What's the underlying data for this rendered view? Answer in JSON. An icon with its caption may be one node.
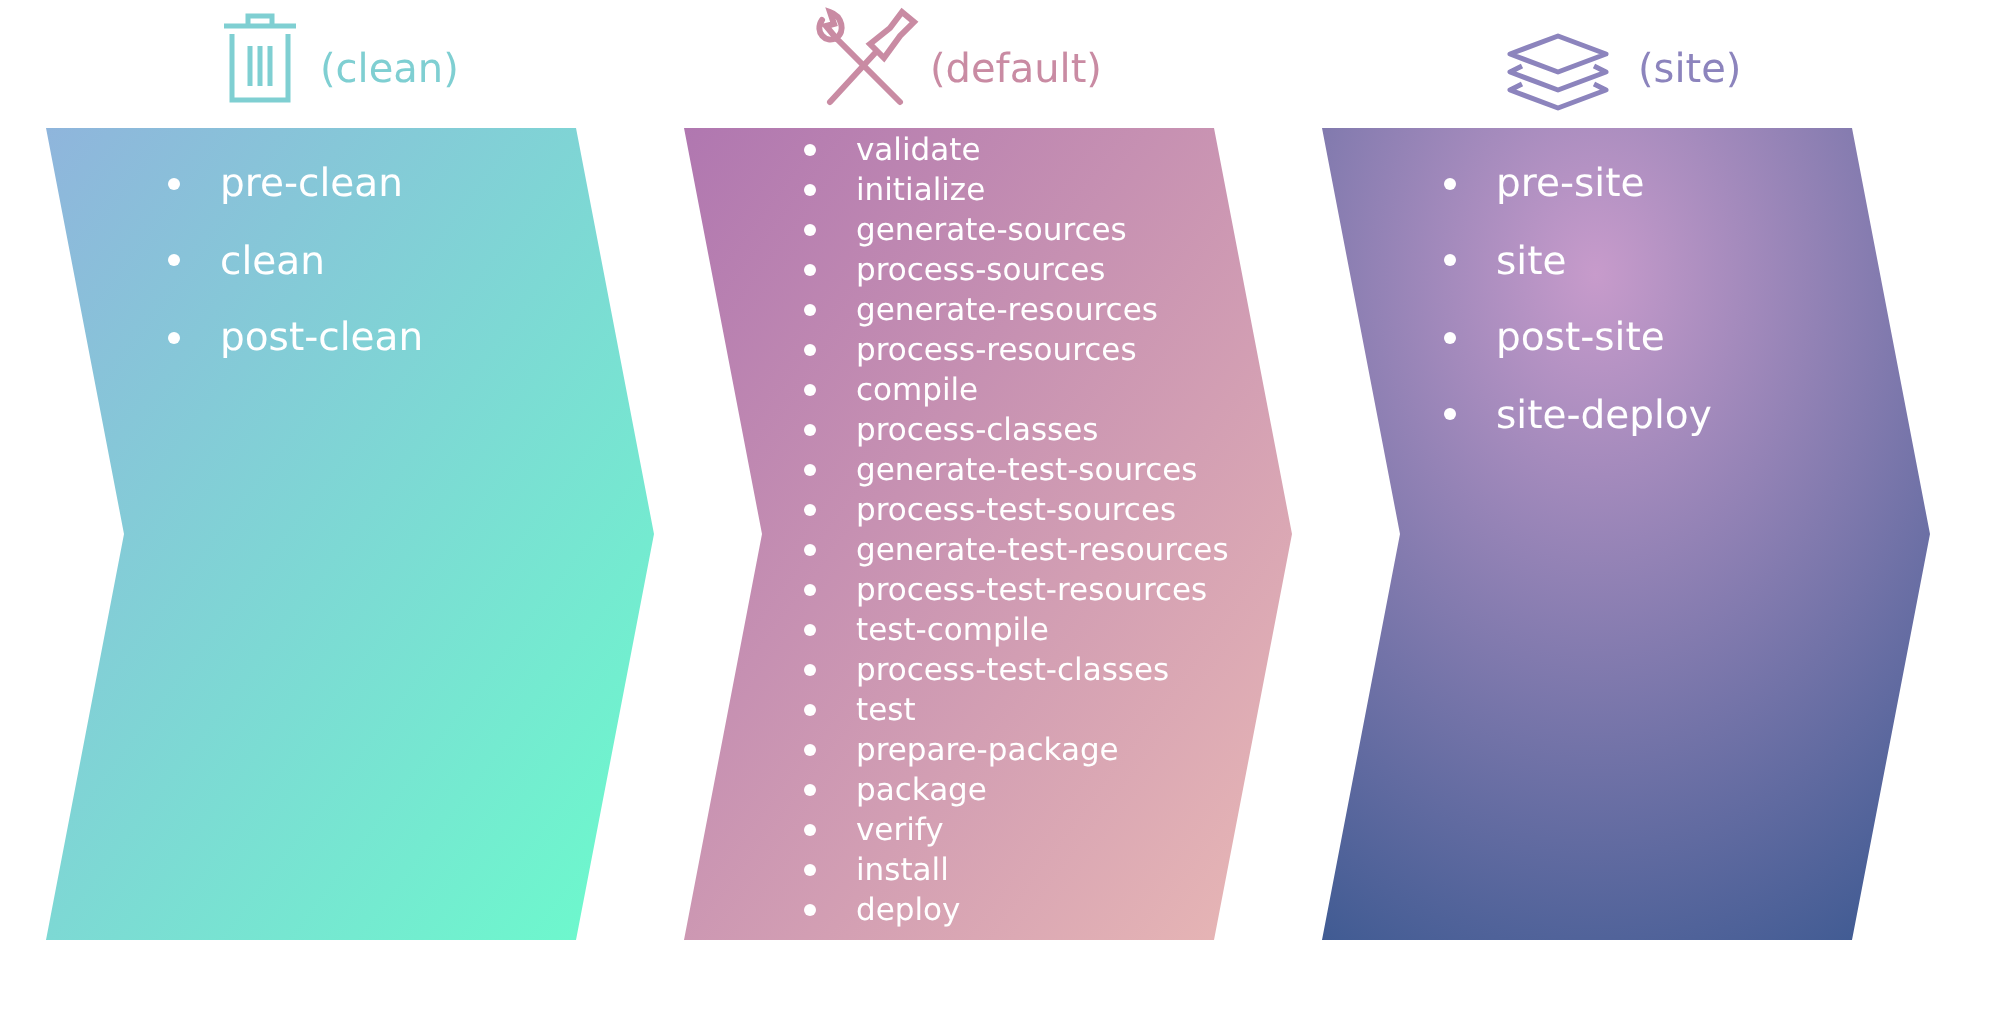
{
  "diagram": {
    "nodes": [
      {
        "text": [
          "(clean)",
          "pre-clean",
          "clean",
          "post-clean"
        ]
      },
      {
        "text": [
          "(default)",
          "validate",
          "initialize",
          "generate-sources",
          "process-sources",
          "generate-resources",
          "process-resources",
          "compile",
          "process-classes",
          "generate-test-sources",
          "process-test-sources",
          "generate-test-resources",
          "process-test-resources",
          "test-compile",
          "process-test-classes",
          "test",
          "prepare-package",
          "package",
          "verify",
          "install",
          "deploy"
        ]
      },
      {
        "text": [
          "(site)",
          "pre-site",
          "site",
          "post-site",
          "site-deploy"
        ]
      }
    ]
  }
}
